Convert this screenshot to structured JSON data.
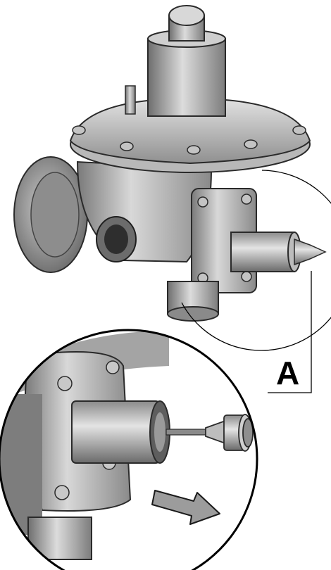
{
  "callout": {
    "label": "A"
  },
  "colors": {
    "background": "#ffffff",
    "metal_light": "#d4d4d4",
    "metal_mid": "#9a9a9a",
    "metal_dark": "#3a3a3a",
    "arrow_fill": "#9c9c9c"
  },
  "illustration": {
    "main": "pressure-regulator",
    "detail": "magnified-view-removal",
    "arrow_direction": "down-right"
  }
}
